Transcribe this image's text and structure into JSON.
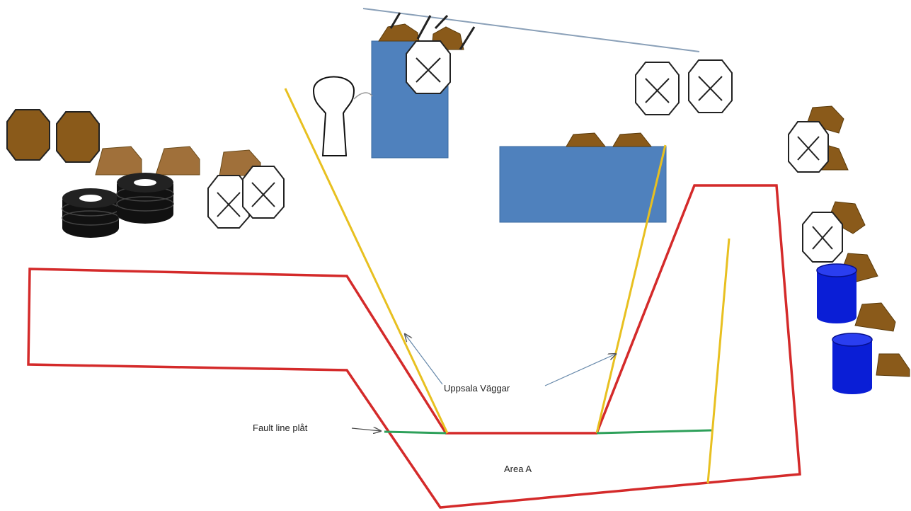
{
  "labels": {
    "walls": "Uppsala Väggar",
    "fault_line": "Fault line plåt",
    "area": "Area A"
  },
  "colors": {
    "course_boundary": "#d42a2a",
    "wall_line": "#e8c020",
    "fault_line": "#2ea05a",
    "obstacle_box": "#4f81bd",
    "hay_bale": "#8a5a1a",
    "tires": "#111111",
    "barrel": "#0a1ed6",
    "marker_x": "#222222",
    "top_line": "#8aa0b8",
    "arrow": "#6688aa"
  },
  "icons": {
    "round_bale": "octagon-bale-icon",
    "trapezoid_bale": "trapezoid-bale-icon",
    "tire_stack": "tire-stack-icon",
    "crossed_marker": "x-circle-marker-icon",
    "barrel": "barrel-icon",
    "lamp": "lamp-icon"
  }
}
